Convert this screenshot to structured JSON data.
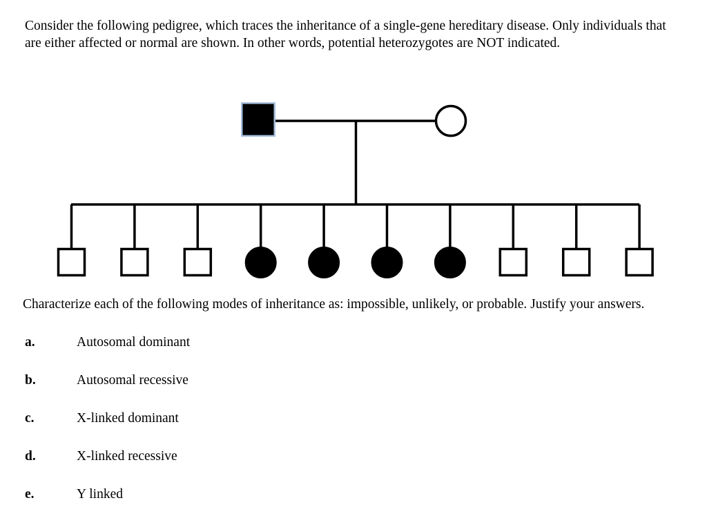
{
  "intro_text": "Consider the following pedigree, which traces the inheritance of a single-gene hereditary disease. Only individuals that are either affected or normal are shown. In other words, potential heterozygotes are NOT indicated.",
  "prompt_text": "Characterize each of the following modes of inheritance as: impossible, unlikely, or probable. Justify your answers.",
  "options": [
    {
      "letter": "a.",
      "label": "Autosomal dominant"
    },
    {
      "letter": "b.",
      "label": "Autosomal recessive"
    },
    {
      "letter": "c.",
      "label": "X-linked dominant"
    },
    {
      "letter": "d.",
      "label": "X-linked recessive"
    },
    {
      "letter": "e.",
      "label": "Y linked"
    }
  ],
  "pedigree": {
    "colors": {
      "line": "#000000",
      "affected_fill": "#000000",
      "unaffected_fill": "#ffffff",
      "selection_outline": "#a8c0dc"
    },
    "generations": [
      {
        "name": "generation-I",
        "individuals": [
          {
            "id": "I-1",
            "sex": "male",
            "shape": "square",
            "status": "affected",
            "fill": "filled",
            "selected": true
          },
          {
            "id": "I-2",
            "sex": "female",
            "shape": "circle",
            "status": "normal",
            "fill": "open",
            "selected": false
          }
        ]
      },
      {
        "name": "generation-II",
        "individuals": [
          {
            "id": "II-1",
            "sex": "male",
            "shape": "square",
            "status": "normal",
            "fill": "open",
            "selected": false
          },
          {
            "id": "II-2",
            "sex": "male",
            "shape": "square",
            "status": "normal",
            "fill": "open",
            "selected": false
          },
          {
            "id": "II-3",
            "sex": "male",
            "shape": "square",
            "status": "normal",
            "fill": "open",
            "selected": false
          },
          {
            "id": "II-4",
            "sex": "female",
            "shape": "circle",
            "status": "affected",
            "fill": "filled",
            "selected": false
          },
          {
            "id": "II-5",
            "sex": "female",
            "shape": "circle",
            "status": "affected",
            "fill": "filled",
            "selected": false
          },
          {
            "id": "II-6",
            "sex": "female",
            "shape": "circle",
            "status": "affected",
            "fill": "filled",
            "selected": false
          },
          {
            "id": "II-7",
            "sex": "female",
            "shape": "circle",
            "status": "affected",
            "fill": "filled",
            "selected": false
          },
          {
            "id": "II-8",
            "sex": "male",
            "shape": "square",
            "status": "normal",
            "fill": "open",
            "selected": false
          },
          {
            "id": "II-9",
            "sex": "male",
            "shape": "square",
            "status": "normal",
            "fill": "open",
            "selected": false
          },
          {
            "id": "II-10",
            "sex": "male",
            "shape": "square",
            "status": "normal",
            "fill": "open",
            "selected": false
          }
        ]
      }
    ],
    "counts": {
      "children_total": "10",
      "affected_daughters": "4",
      "normal_sons": "6"
    }
  }
}
